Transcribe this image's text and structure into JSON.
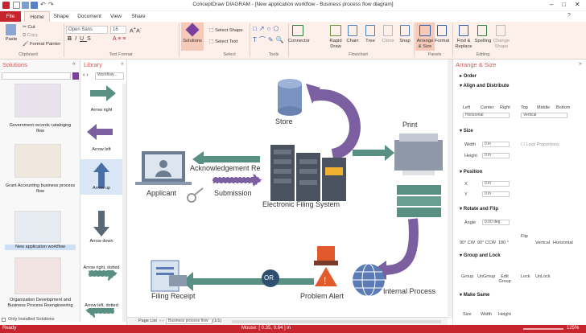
{
  "window": {
    "title": "ConceptDraw DIAGRAM - [New application workflow - Business process flow diagram]"
  },
  "tabs": [
    "File",
    "Home",
    "Shape",
    "Document",
    "View",
    "Share"
  ],
  "ribbon": {
    "paste": "Paste",
    "cut": "Cut",
    "copy": "Copy",
    "format_painter": "Format Painter",
    "font_name": "Open Sans",
    "font_size": "16",
    "solutions": "Solutions",
    "select_shape": "Select Shape",
    "select_text": "Select Text",
    "connector": "Connector",
    "rapid_draw": "Rapid Draw",
    "chain": "Chain",
    "tree": "Tree",
    "clone": "Clone",
    "snap": "Snap",
    "arrange_size": "Arrange & Size",
    "format": "Format",
    "find_replace": "Find & Replace",
    "spelling": "Spelling",
    "change_shape": "Change Shape",
    "groups": {
      "clipboard": "Clipboard",
      "text_format": "Text Format",
      "select": "Select",
      "tools": "Tools",
      "flowchart": "Flowchart",
      "panels": "Panels",
      "editing": "Editing"
    }
  },
  "solutions_panel": {
    "title": "Solutions",
    "items": [
      "Government records cataloging flow",
      "Grant Accounting business process flow",
      "New application workflow",
      "Organization Development and Business Process Reengineering"
    ],
    "only_installed": "Only Installed Solutions"
  },
  "library_panel": {
    "title": "Library",
    "dropdown": "Workflow...",
    "items": [
      "Arrow right",
      "Arrow left",
      "Arrow up",
      "Arrow down",
      "Arrow right, dotted",
      "Arrow left, dotted"
    ]
  },
  "diagram": {
    "store": "Store",
    "print": "Print",
    "applicant": "Applicant",
    "ack": "Acknowledgement Re",
    "submission": "Submission",
    "efs": "Electronic Filing System",
    "filing": "Filing Receipt",
    "or": "OR",
    "problem": "Problem Alert",
    "internal": "Internal Process"
  },
  "page_bar": {
    "label": "Page List",
    "page": "Business process flow ...",
    "count": "(1/1)"
  },
  "arrange_panel": {
    "title": "Arrange & Size",
    "order": "Order",
    "align": "Align and Distribute",
    "align_items": [
      "Left",
      "Center",
      "Right",
      "Top",
      "Middle",
      "Bottom"
    ],
    "horizontal": "Horizontal",
    "vertical": "Vertical",
    "size": "Size",
    "width": "Width",
    "height": "Height",
    "width_val": "0 in",
    "height_val": "0 in",
    "lock": "Lock Proportions",
    "position": "Position",
    "x": "X",
    "y": "Y",
    "x_val": "0 in",
    "y_val": "0 in",
    "rotate": "Rotate and Flip",
    "angle": "Angle",
    "angle_val": "0.00 deg",
    "rotate_items": [
      "90° CW",
      "90° CCW",
      "180 °",
      "Flip",
      "Vertical",
      "Horizontal"
    ],
    "group": "Group and Lock",
    "group_items": [
      "Group",
      "UnGroup",
      "Edit Group",
      "Lock",
      "UnLock"
    ],
    "make_same": "Make Same",
    "same_items": [
      "Size",
      "Width",
      "Height"
    ]
  },
  "status": {
    "left": "Ready",
    "mouse": "Mouse: [ 0.35, 0.64 ] in",
    "zoom": "125%"
  },
  "colors": {
    "accent": "#c7252d",
    "purple": "#7b5fa0",
    "teal": "#5a8f84",
    "blue": "#5b7bb5"
  }
}
